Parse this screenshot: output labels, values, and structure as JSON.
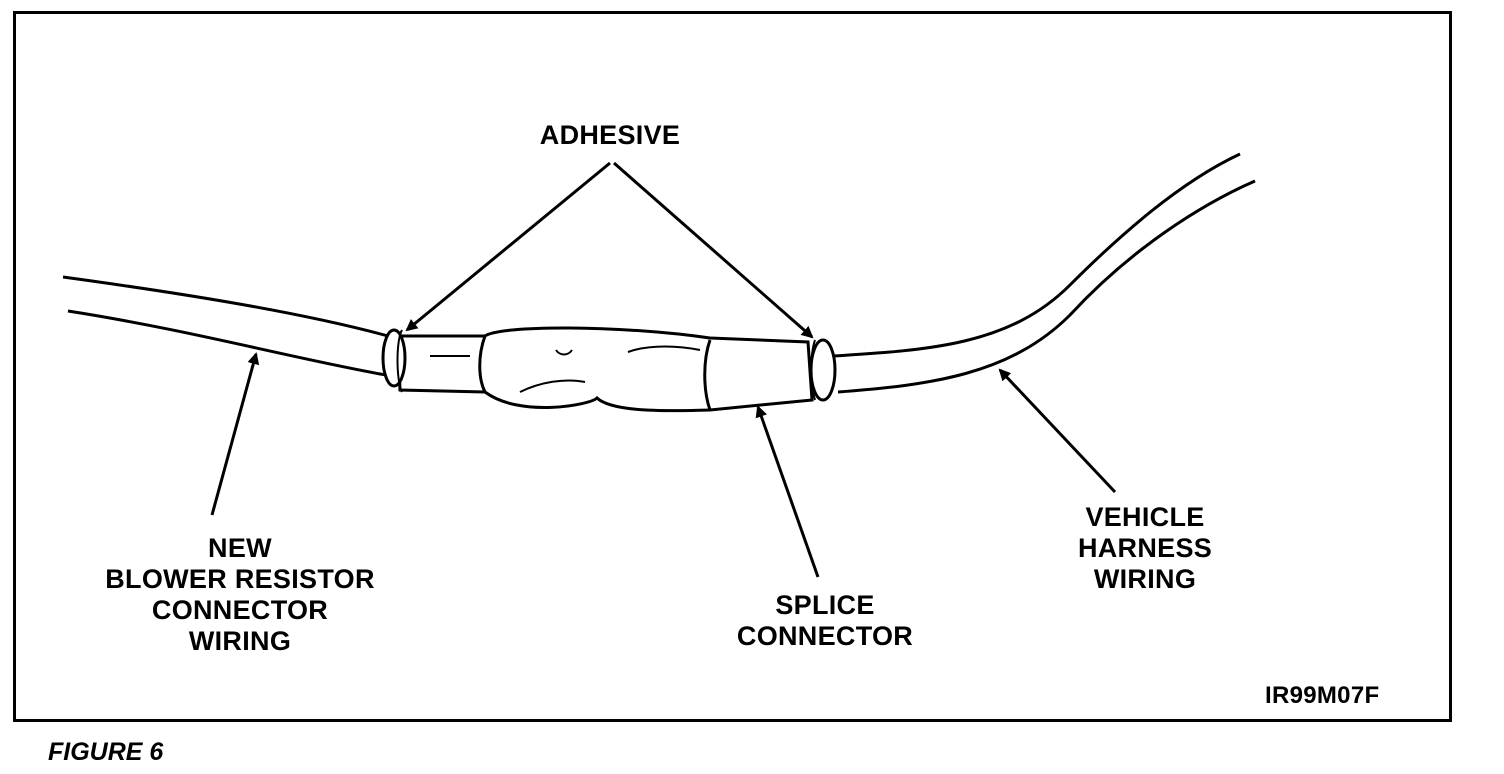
{
  "figure": {
    "caption": "FIGURE 6",
    "code": "IR99M07F"
  },
  "labels": {
    "adhesive": "ADHESIVE",
    "new_wiring": "NEW\nBLOWER RESISTOR\nCONNECTOR\nWIRING",
    "splice": "SPLICE\nCONNECTOR",
    "vehicle": "VEHICLE\nHARNESS\nWIRING"
  },
  "colors": {
    "ink": "#000000",
    "paper": "#ffffff"
  }
}
